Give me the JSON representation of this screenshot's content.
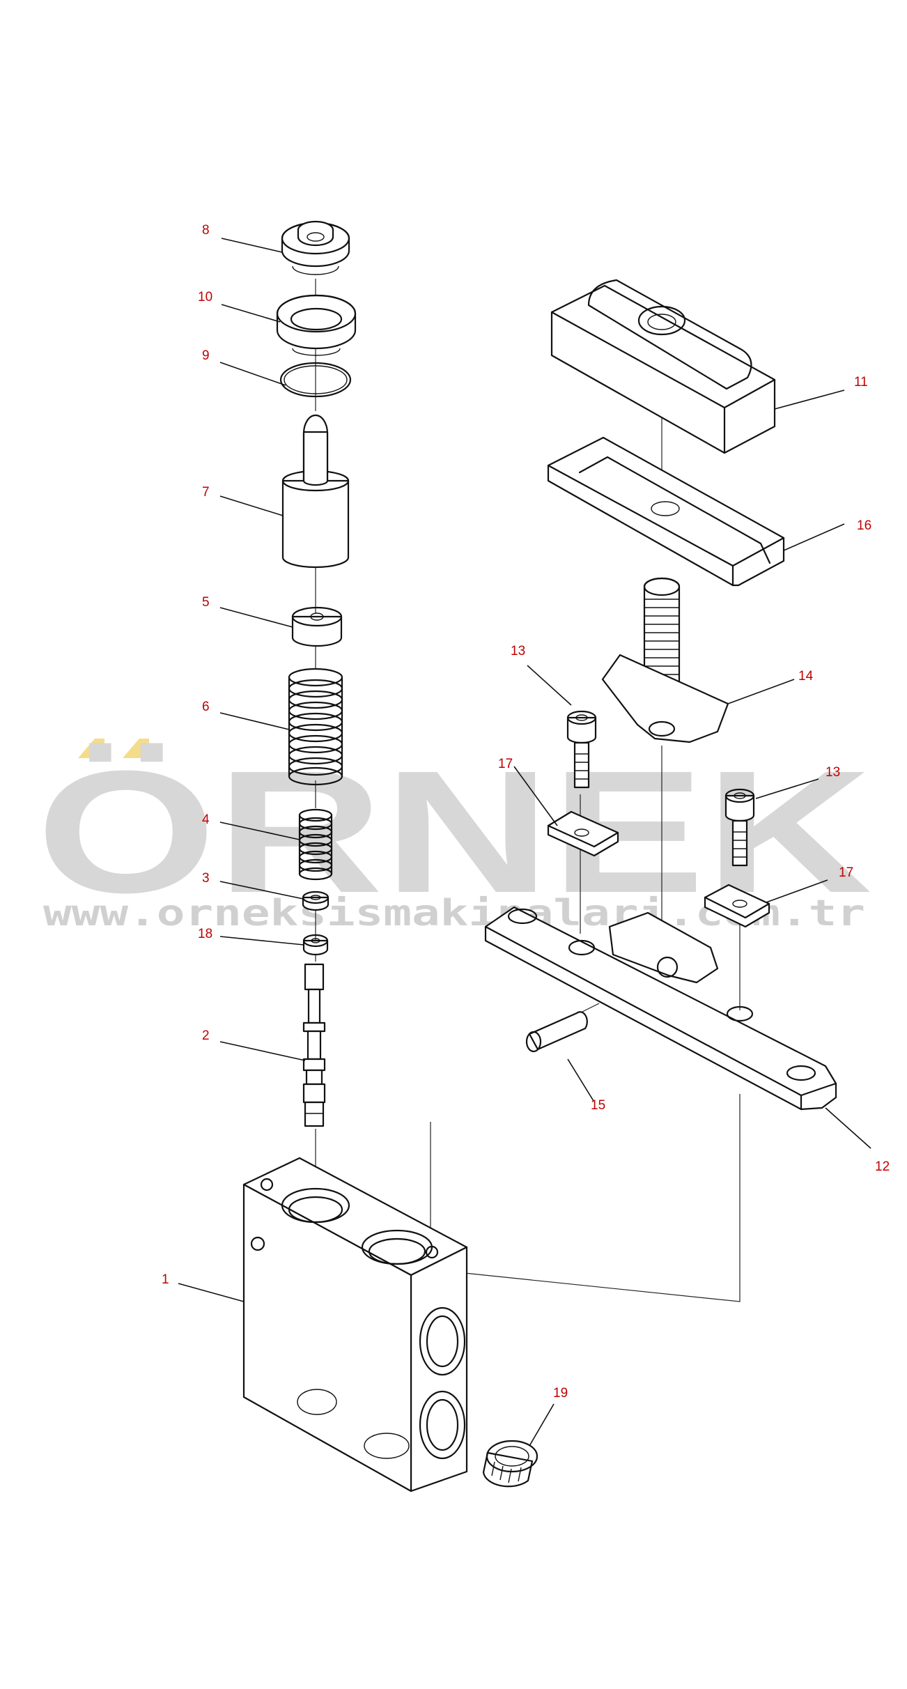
{
  "watermark": {
    "logo_text": "ÖRNEK",
    "website": "www.orneksismakinalari.com.tr",
    "color": "#d7d7d7",
    "accent": "#f5dc8a"
  },
  "label_color": "#c00000",
  "callouts": {
    "c1": "1",
    "c2": "2",
    "c3": "3",
    "c4": "4",
    "c5": "5",
    "c6": "6",
    "c7": "7",
    "c8": "8",
    "c9": "9",
    "c10": "10",
    "c11": "11",
    "c12": "12",
    "c13a": "13",
    "c13b": "13",
    "c14": "14",
    "c15": "15",
    "c16": "16",
    "c17a": "17",
    "c17b": "17",
    "c18": "18",
    "c19": "19"
  }
}
